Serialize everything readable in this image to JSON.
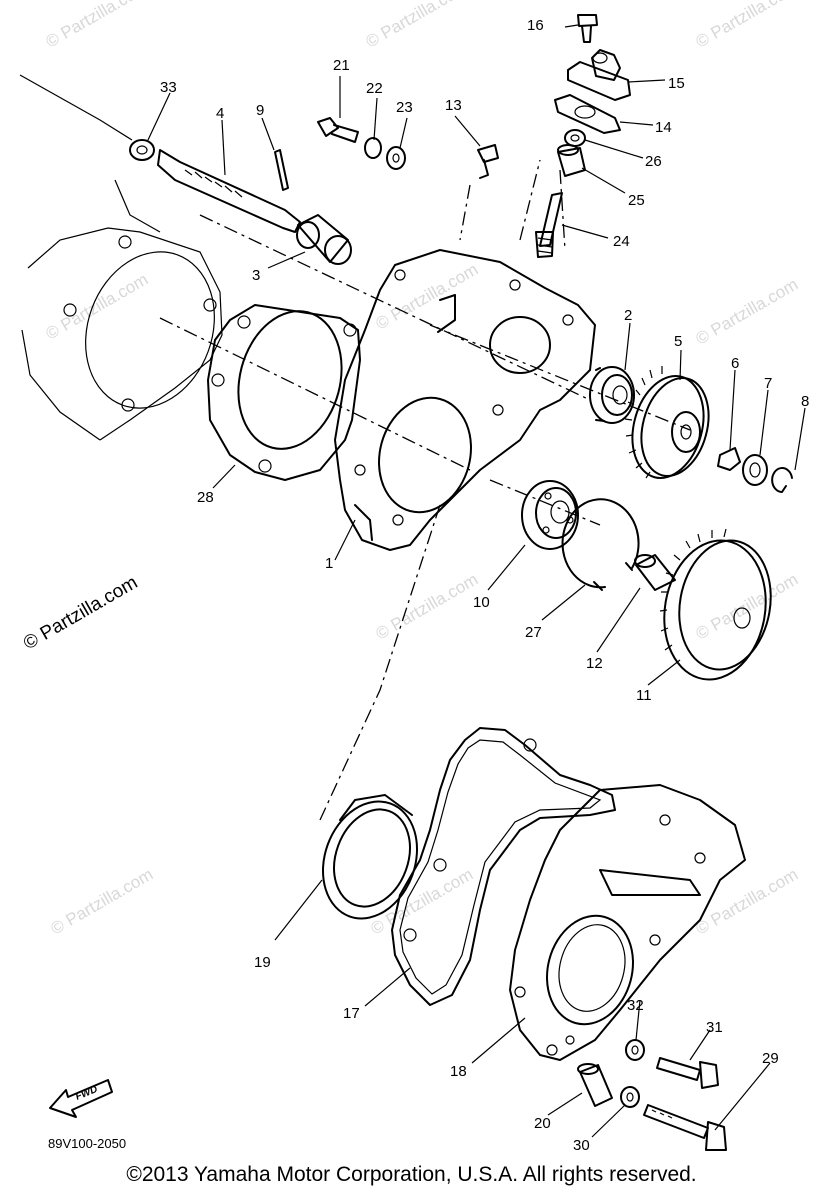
{
  "watermark": {
    "text": "© Partzilla.com"
  },
  "side_watermark": "© Partzilla.com",
  "diagram_code": "89V100-2050",
  "fwd_label": "FWD",
  "footer": {
    "copyright": "©2013  Yamaha Motor Corporation, U.S.A. All rights reserved."
  },
  "callouts": {
    "c1": "1",
    "c2": "2",
    "c3": "3",
    "c4": "4",
    "c5": "5",
    "c6": "6",
    "c7": "7",
    "c8": "8",
    "c9": "9",
    "c10": "10",
    "c11": "11",
    "c12": "12",
    "c13": "13",
    "c14": "14",
    "c15": "15",
    "c16": "16",
    "c17": "17",
    "c18": "18",
    "c19": "19",
    "c20": "20",
    "c21": "21",
    "c22": "22",
    "c23": "23",
    "c24": "24",
    "c25": "25",
    "c26": "26",
    "c27": "27",
    "c28": "28",
    "c29": "29",
    "c30": "30",
    "c31": "31",
    "c32": "32",
    "c33": "33"
  }
}
